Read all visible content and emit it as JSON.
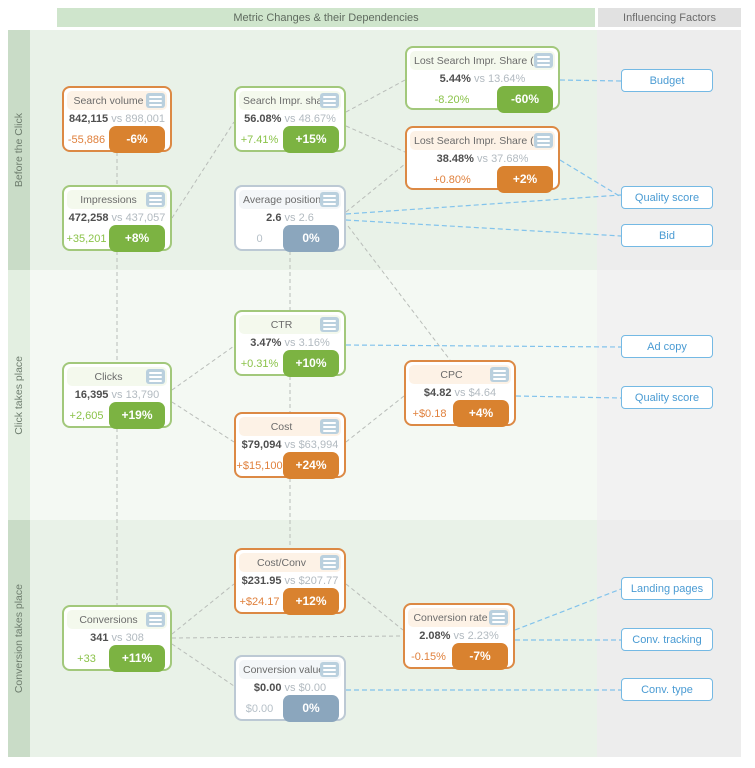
{
  "header": {
    "metrics_title": "Metric Changes & their Dependencies",
    "factors_title": "Influencing Factors"
  },
  "labels": {
    "vs": "vs"
  },
  "sections": [
    {
      "label": "Before the Click"
    },
    {
      "label": "Click takes place"
    },
    {
      "label": "Conversion takes place"
    }
  ],
  "cards": {
    "search_volume": {
      "title": "Search volume",
      "value": "842,115",
      "prev": "898,001",
      "delta": "-55,886",
      "pct": "-6%"
    },
    "impressions": {
      "title": "Impressions",
      "value": "472,258",
      "prev": "437,057",
      "delta": "+35,201",
      "pct": "+8%"
    },
    "search_impr_share": {
      "title": "Search Impr. share",
      "value": "56.08%",
      "prev": "48.67%",
      "delta": "+7.41%",
      "pct": "+15%"
    },
    "average_position": {
      "title": "Average position",
      "value": "2.6",
      "prev": "2.6",
      "delta": "0",
      "pct": "0%"
    },
    "lost_budget": {
      "title": "Lost Search Impr. Share (budget)",
      "value": "5.44%",
      "prev": "13.64%",
      "delta": "-8.20%",
      "pct": "-60%"
    },
    "lost_rank": {
      "title": "Lost Search Impr. Share (rank)",
      "value": "38.48%",
      "prev": "37.68%",
      "delta": "+0.80%",
      "pct": "+2%"
    },
    "ctr": {
      "title": "CTR",
      "value": "3.47%",
      "prev": "3.16%",
      "delta": "+0.31%",
      "pct": "+10%"
    },
    "clicks": {
      "title": "Clicks",
      "value": "16,395",
      "prev": "13,790",
      "delta": "+2,605",
      "pct": "+19%"
    },
    "cost": {
      "title": "Cost",
      "value": "$79,094",
      "prev": "$63,994",
      "delta": "+$15,100",
      "pct": "+24%"
    },
    "cpc": {
      "title": "CPC",
      "value": "$4.82",
      "prev": "$4.64",
      "delta": "+$0.18",
      "pct": "+4%"
    },
    "cost_conv": {
      "title": "Cost/Conv",
      "value": "$231.95",
      "prev": "$207.77",
      "delta": "+$24.17",
      "pct": "+12%"
    },
    "conversions": {
      "title": "Conversions",
      "value": "341",
      "prev": "308",
      "delta": "+33",
      "pct": "+11%"
    },
    "conversion_rate": {
      "title": "Conversion rate",
      "value": "2.08%",
      "prev": "2.23%",
      "delta": "-0.15%",
      "pct": "-7%"
    },
    "conversion_value": {
      "title": "Conversion value",
      "value": "$0.00",
      "prev": "$0.00",
      "delta": "$0.00",
      "pct": "0%"
    }
  },
  "factors": [
    {
      "label": "Budget"
    },
    {
      "label": "Quality score"
    },
    {
      "label": "Bid"
    },
    {
      "label": "Ad copy"
    },
    {
      "label": "Quality score"
    },
    {
      "label": "Landing pages"
    },
    {
      "label": "Conv. tracking"
    },
    {
      "label": "Conv. type"
    }
  ],
  "colors": {
    "positive_green": "#7cb342",
    "negative_orange": "#d9822f",
    "neutral_slate": "#8ba6bd",
    "factor_blue": "#4a9bd3",
    "header_green": "#cfe5cc",
    "header_gray": "#e1e1e1"
  }
}
